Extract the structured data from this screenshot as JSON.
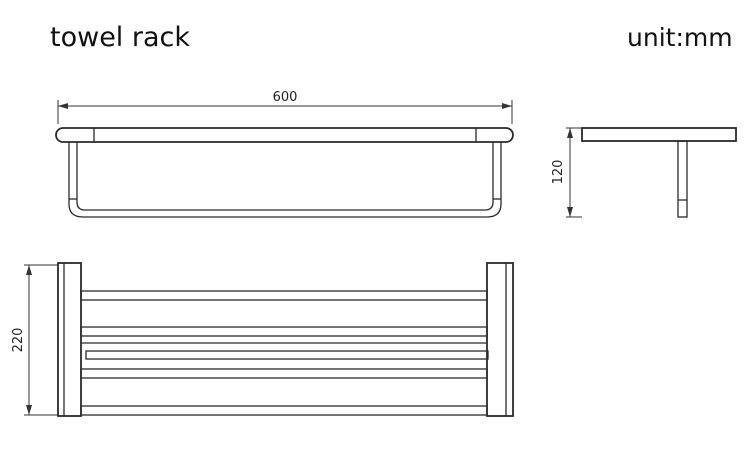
{
  "title": "towel rack",
  "unit": "unit:mm",
  "dimensions": {
    "width": "600",
    "height": "120",
    "depth": "220"
  }
}
